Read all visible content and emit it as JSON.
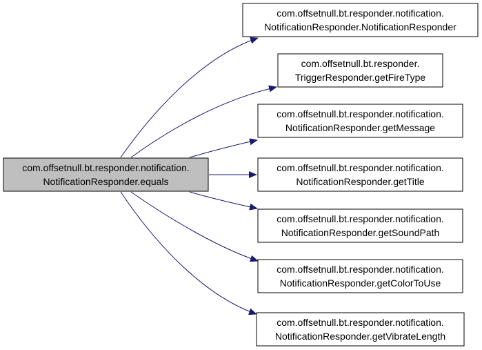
{
  "colors": {
    "edge": "#191970",
    "node_border": "#000000",
    "node_fill": "#ffffff",
    "source_fill": "#bfbfbf"
  },
  "source": {
    "line1": "com.offsetnull.bt.responder.notification.",
    "line2": "NotificationResponder.equals"
  },
  "targets": [
    {
      "line1": "com.offsetnull.bt.responder.notification.",
      "line2": "NotificationResponder.NotificationResponder"
    },
    {
      "line1": "com.offsetnull.bt.responder.",
      "line2": "TriggerResponder.getFireType"
    },
    {
      "line1": "com.offsetnull.bt.responder.notification.",
      "line2": "NotificationResponder.getMessage"
    },
    {
      "line1": "com.offsetnull.bt.responder.notification.",
      "line2": "NotificationResponder.getTitle"
    },
    {
      "line1": "com.offsetnull.bt.responder.notification.",
      "line2": "NotificationResponder.getSoundPath"
    },
    {
      "line1": "com.offsetnull.bt.responder.notification.",
      "line2": "NotificationResponder.getColorToUse"
    },
    {
      "line1": "com.offsetnull.bt.responder.notification.",
      "line2": "NotificationResponder.getVibrateLength"
    }
  ]
}
